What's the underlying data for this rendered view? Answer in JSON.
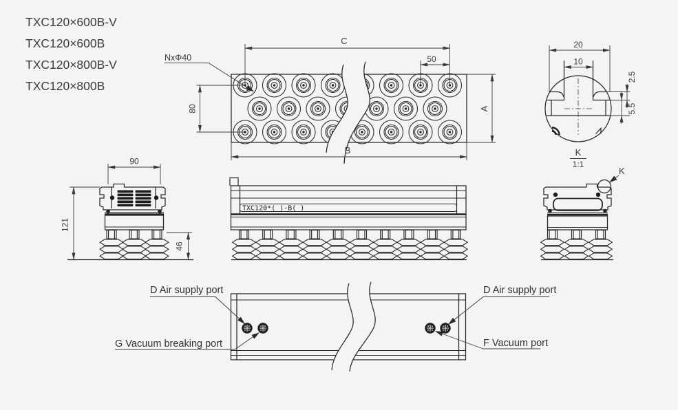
{
  "drawing": {
    "models": [
      "TXC120×600B-V",
      "TXC120×600B",
      "TXC120×800B-V",
      "TXC120×800B"
    ],
    "top_view": {
      "dim_c": "C",
      "dim_50": "50",
      "hole_note": "NxΦ40",
      "dim_80": "80",
      "dim_a": "A",
      "dim_b": "B"
    },
    "detail_k": {
      "dim_20": "20",
      "dim_10": "10",
      "dim_2_5": "2.5",
      "dim_5_5": "5.5",
      "label": "K",
      "scale": "1:1"
    },
    "side_view_left": {
      "dim_90": "90",
      "dim_121": "121",
      "dim_46": "46"
    },
    "front_view": {
      "marking": "TXC120*(  )-B(  )"
    },
    "side_view_right": {
      "detail_ref": "K"
    },
    "bottom_view": {
      "port_d_left": "D Air supply port",
      "port_g": "G Vacuum breaking port",
      "port_d_right": "D Air supply port",
      "port_f": "F Vacuum port"
    },
    "colors": {
      "background": "#f3f4f4",
      "line": "#272727",
      "text": "#3b3b3b"
    }
  }
}
